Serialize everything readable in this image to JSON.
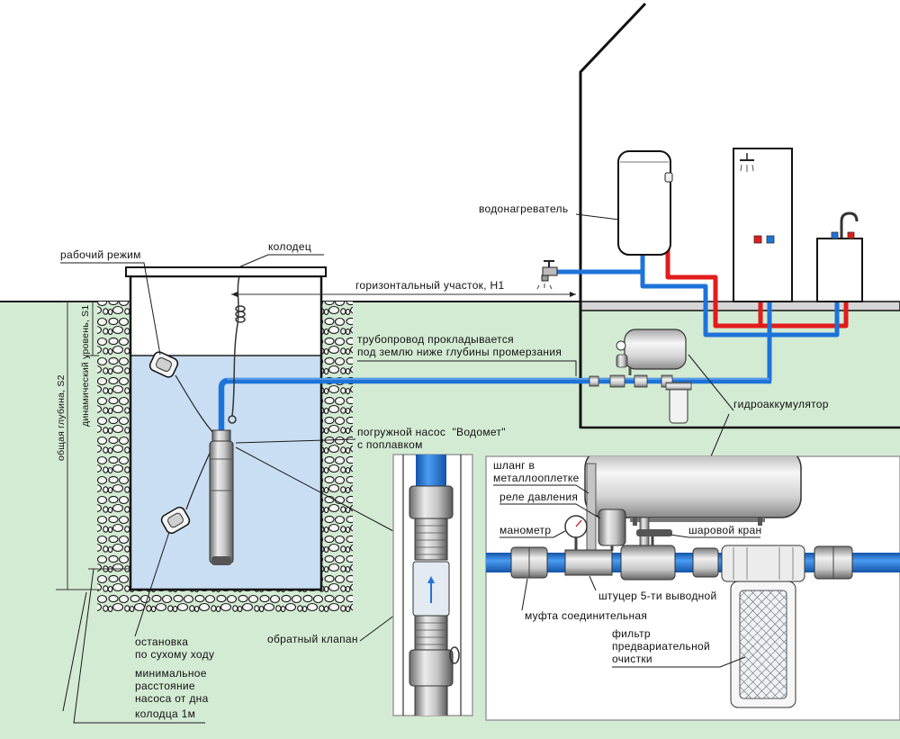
{
  "labels": {
    "working_mode": "рабочий режим",
    "well": "колодец",
    "horizontal_section": "горизонтальный участок, H1",
    "water_heater": "водонагреватель",
    "pipeline_line1": "трубопровод прокладывается",
    "pipeline_line2": "под землю ниже глубины промерзания",
    "accumulator": "гидроаккумулятор",
    "pump_line1": "погружной насос  \"Водомет\"",
    "pump_line2": "с поплавком",
    "total_depth": "общая глубина, S2",
    "dynamic_level": "динамический уровень, S1",
    "dry_run_line1": "остановка",
    "dry_run_line2": "по сухому ходу",
    "min_distance_line1": "минимальное",
    "min_distance_line2": "расстояние",
    "min_distance_line3": "насоса от дна",
    "min_distance_line4": "колодца 1м",
    "check_valve": "обратный клапан"
  },
  "detail_inset": {
    "hose_line1": "шланг в",
    "hose_line2": "металлооплетке",
    "pressure_relay": "реле давления",
    "manometer": "манометр",
    "ball_valve": "шаровой кран",
    "five_way_fitting": "штуцер 5-ти выводной",
    "coupling": "муфта соединительная",
    "filter_line1": "фильтр",
    "filter_line2": "предвариательной",
    "filter_line3": "очистки"
  },
  "colors": {
    "ground": "#d3ebd3",
    "water": "#c9def2",
    "cold_pipe": "#1e73d9",
    "hot_pipe": "#e31b1b"
  }
}
